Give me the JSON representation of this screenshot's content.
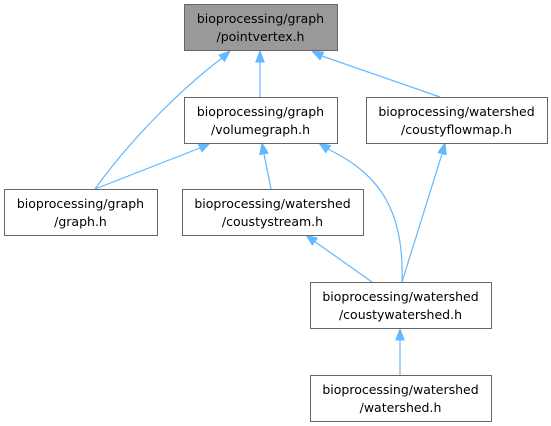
{
  "diagram": {
    "kind": "include-dependency-graph",
    "colors": {
      "edge": "#63b8ff",
      "node_border": "#666666",
      "root_fill": "#999999",
      "node_fill": "#ffffff"
    },
    "nodes": [
      {
        "id": "pointvertex",
        "line1": "bioprocessing/graph",
        "line2": "/pointvertex.h",
        "root": true
      },
      {
        "id": "volumegraph",
        "line1": "bioprocessing/graph",
        "line2": "/volumegraph.h",
        "root": false
      },
      {
        "id": "coustyflowmap",
        "line1": "bioprocessing/watershed",
        "line2": "/coustyflowmap.h",
        "root": false
      },
      {
        "id": "graph",
        "line1": "bioprocessing/graph",
        "line2": "/graph.h",
        "root": false
      },
      {
        "id": "coustystream",
        "line1": "bioprocessing/watershed",
        "line2": "/coustystream.h",
        "root": false
      },
      {
        "id": "coustywatershed",
        "line1": "bioprocessing/watershed",
        "line2": "/coustywatershed.h",
        "root": false
      },
      {
        "id": "watershed",
        "line1": "bioprocessing/watershed",
        "line2": "/watershed.h",
        "root": false
      }
    ],
    "edges": [
      {
        "from": "graph",
        "to": "pointvertex"
      },
      {
        "from": "volumegraph",
        "to": "pointvertex"
      },
      {
        "from": "coustyflowmap",
        "to": "pointvertex"
      },
      {
        "from": "graph",
        "to": "volumegraph"
      },
      {
        "from": "coustystream",
        "to": "volumegraph"
      },
      {
        "from": "coustywatershed",
        "to": "volumegraph"
      },
      {
        "from": "coustywatershed",
        "to": "coustyflowmap"
      },
      {
        "from": "coustywatershed",
        "to": "coustystream"
      },
      {
        "from": "watershed",
        "to": "coustywatershed"
      }
    ]
  }
}
